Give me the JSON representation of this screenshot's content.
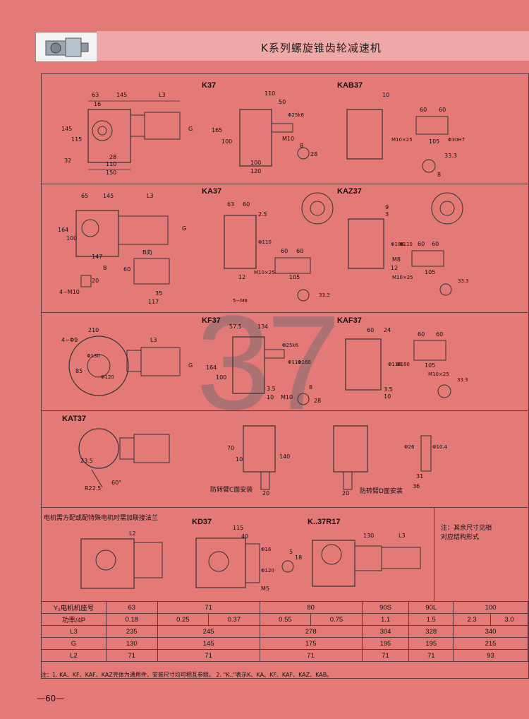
{
  "header": {
    "title": "K系列螺旋锥齿轮减速机"
  },
  "watermark": "37",
  "models": {
    "k37": "K37",
    "kab37": "KAB37",
    "ka37": "KA37",
    "kaz37": "KAZ37",
    "kf37": "KF37",
    "kaf37": "KAF37",
    "kat37": "KAT37",
    "kd37": "KD37",
    "k37r17": "K..37R17"
  },
  "captions": {
    "motor_note": "电机需方配或配特殊电机时需加联接法兰",
    "b_view": "B向",
    "arm_c": "防转臂C面安装",
    "arm_d": "防转臂D面安装",
    "side_note": "注：其余尺寸见相对应结构形式"
  },
  "dims": {
    "k37_top": [
      "63",
      "145",
      "L3",
      "16"
    ],
    "k37_left": [
      "145",
      "115",
      "32"
    ],
    "k37_bottom": [
      "28",
      "110",
      "150"
    ],
    "k37_side": [
      "110",
      "50",
      "Φ25k6",
      "165",
      "100",
      "M10",
      "100",
      "120",
      "8",
      "28"
    ],
    "kab37": [
      "10",
      "60",
      "60",
      "M10×25",
      "Φ30H7",
      "105",
      "33.3",
      "8"
    ],
    "ka37": [
      "65",
      "145",
      "L3",
      "164",
      "100",
      "147",
      "B",
      "60",
      "20",
      "4−M10",
      "35",
      "117",
      "G"
    ],
    "ka37_side": [
      "63",
      "60",
      "2.5",
      "Φ110",
      "60",
      "60",
      "M10×25",
      "105",
      "12",
      "5−M8",
      "33.3"
    ],
    "kaz37": [
      "9",
      "3",
      "Φ110",
      "Φ106",
      "M8",
      "60",
      "60",
      "M10×25",
      "105",
      "12",
      "33.3"
    ],
    "kf37": [
      "210",
      "4−Φ9",
      "L3",
      "Φ130",
      "85",
      "Φ120",
      "57.5",
      "134",
      "Φ25k6",
      "Φ110",
      "Φ160",
      "164",
      "100",
      "3.5",
      "10",
      "M10",
      "8",
      "28"
    ],
    "kaf37": [
      "60",
      "24",
      "Φ110",
      "Φ160",
      "3.5",
      "10",
      "60",
      "60",
      "M10×25",
      "105",
      "33.3"
    ],
    "kat37": [
      "23.5",
      "R22.5",
      "60°",
      "70",
      "10",
      "140",
      "20",
      "20",
      "31",
      "36",
      "Φ10.4",
      "Φ26"
    ],
    "kd37": [
      "L2",
      "115",
      "40",
      "Φ16",
      "Φ120",
      "M5",
      "18",
      "5",
      "130",
      "L3"
    ]
  },
  "table": {
    "rows": [
      {
        "label": "Y₂电机机座号",
        "cells": [
          [
            "63"
          ],
          [
            "71"
          ],
          [
            "80"
          ],
          [
            "90S"
          ],
          [
            "90L"
          ],
          [
            "100"
          ]
        ]
      },
      {
        "label": "功率/4P",
        "cells": [
          [
            "0.18"
          ],
          [
            "0.25",
            "0.37"
          ],
          [
            "0.55",
            "0.75"
          ],
          [
            "1.1"
          ],
          [
            "1.5"
          ],
          [
            "2.3",
            "3.0"
          ]
        ]
      },
      {
        "label": "L3",
        "cells": [
          [
            "235"
          ],
          [
            "245"
          ],
          [
            "278"
          ],
          [
            "304"
          ],
          [
            "328"
          ],
          [
            "340"
          ]
        ]
      },
      {
        "label": "G",
        "cells": [
          [
            "130"
          ],
          [
            "145"
          ],
          [
            "175"
          ],
          [
            "195"
          ],
          [
            "195"
          ],
          [
            "215"
          ]
        ]
      },
      {
        "label": "L2",
        "cells": [
          [
            "71"
          ],
          [
            "71"
          ],
          [
            "71"
          ],
          [
            "71"
          ],
          [
            "71"
          ],
          [
            "93"
          ]
        ]
      }
    ]
  },
  "footnote": "注：1. KA、KF、KAF、KAZ壳体为通用件，安装尺寸均可相互参照。  2. \"K..\"表示K、KA、KF、KAF、KAZ、KAB。",
  "page_number": "—60—"
}
